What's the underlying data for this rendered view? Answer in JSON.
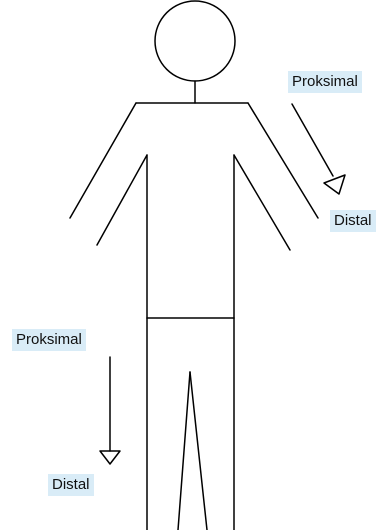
{
  "labels": {
    "arm_proximal": "Proksimal",
    "arm_distal": "Distal",
    "leg_proximal": "Proksimal",
    "leg_distal": "Distal"
  },
  "colors": {
    "line": "#000000",
    "label_background": "#d9ecf7",
    "label_text": "#111111"
  }
}
